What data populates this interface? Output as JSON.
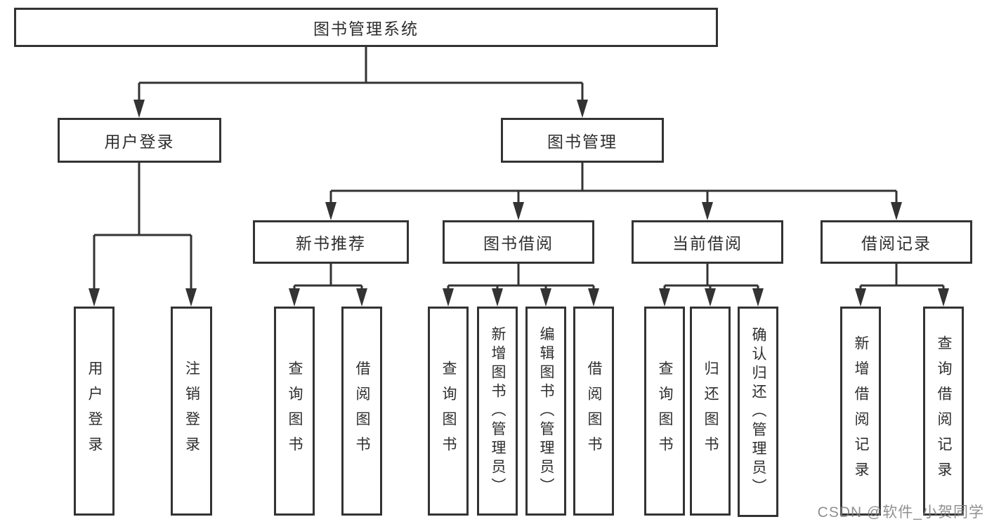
{
  "diagram_title": "图书管理系统",
  "watermark": "CSDN @软件_小贺同学",
  "colors": {
    "line": "#333333",
    "box_border": "#333333",
    "box_background": "#ffffff",
    "text": "#2e2e2e",
    "watermark": "#7d7d7d"
  },
  "tree": {
    "label": "图书管理系统",
    "children": [
      {
        "label": "用户登录",
        "children": [
          {
            "label": "用户登录"
          },
          {
            "label": "注销登录"
          }
        ]
      },
      {
        "label": "图书管理",
        "children": [
          {
            "label": "新书推荐",
            "children": [
              {
                "label": "查询图书"
              },
              {
                "label": "借阅图书"
              }
            ]
          },
          {
            "label": "图书借阅",
            "children": [
              {
                "label": "查询图书"
              },
              {
                "label": "新增图书（管理员）"
              },
              {
                "label": "编辑图书（管理员）"
              },
              {
                "label": "借阅图书"
              }
            ]
          },
          {
            "label": "当前借阅",
            "children": [
              {
                "label": "查询图书"
              },
              {
                "label": "归还图书"
              },
              {
                "label": "确认归还（管理员）"
              }
            ]
          },
          {
            "label": "借阅记录",
            "children": [
              {
                "label": "新增借阅记录"
              },
              {
                "label": "查询借阅记录"
              }
            ]
          }
        ]
      }
    ]
  }
}
